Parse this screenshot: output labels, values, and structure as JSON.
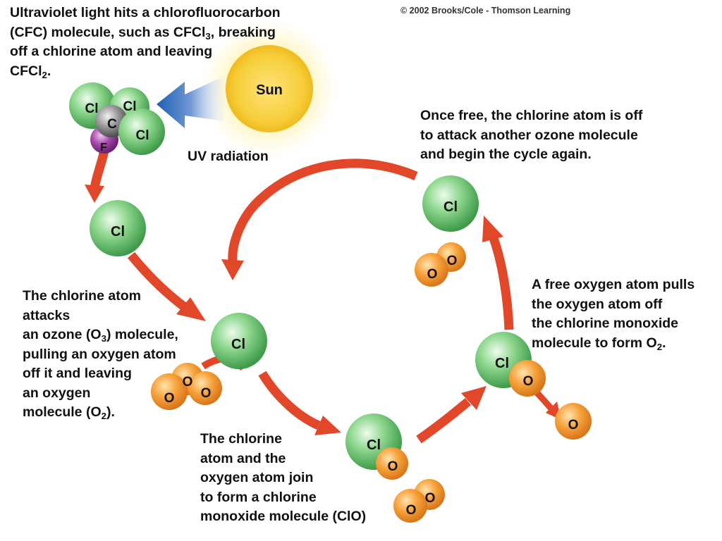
{
  "credit": "© 2002 Brooks/Cole - Thomson Learning",
  "sun_label": "Sun",
  "uv_label": "UV radiation",
  "atoms": {
    "cl": "Cl",
    "c": "C",
    "f": "F",
    "o": "O"
  },
  "texts": {
    "uv_intro": {
      "l1": "Ultraviolet light hits a chlorofluorocarbon",
      "l2a": "(CFC) molecule, such as CFCl",
      "l2sub": "3",
      "l2b": ", breaking",
      "l3": "off a chlorine atom and leaving",
      "l4a": "CFCl",
      "l4sub": "2",
      "l4b": "."
    },
    "free": {
      "l1": "Once free, the chlorine atom is off",
      "l2": "to attack another ozone molecule",
      "l3": "and begin the cycle again."
    },
    "attack": {
      "l1": "The chlorine atom",
      "l2": "attacks",
      "l3a": "an ozone (O",
      "l3sub": "3",
      "l3b": ") molecule,",
      "l4": "pulling an oxygen atom",
      "l5": "off it and leaving",
      "l6": "an oxygen",
      "l7a": "molecule (O",
      "l7sub": "2",
      "l7b": ")."
    },
    "join": {
      "l1": "The chlorine",
      "l2": "atom and the",
      "l3": "oxygen atom join",
      "l4": "to form a chlorine",
      "l5": "monoxide molecule (ClO)"
    },
    "pull": {
      "l1": "A free oxygen atom pulls",
      "l2": "the oxygen atom off",
      "l3": "the chlorine monoxide",
      "l4a": "molecule to form O",
      "l4sub": "2",
      "l4b": "."
    }
  },
  "colors": {
    "arrow_red": "#e2472a",
    "uv_arrow_blue": "#1f5fb5",
    "chlorine_green": "#7ccd7c",
    "oxygen_orange": "#f59a32",
    "carbon_gray": "#8a8a8a",
    "fluorine_purple": "#9b3fa0",
    "sun_yellow": "#f7cf3b"
  }
}
